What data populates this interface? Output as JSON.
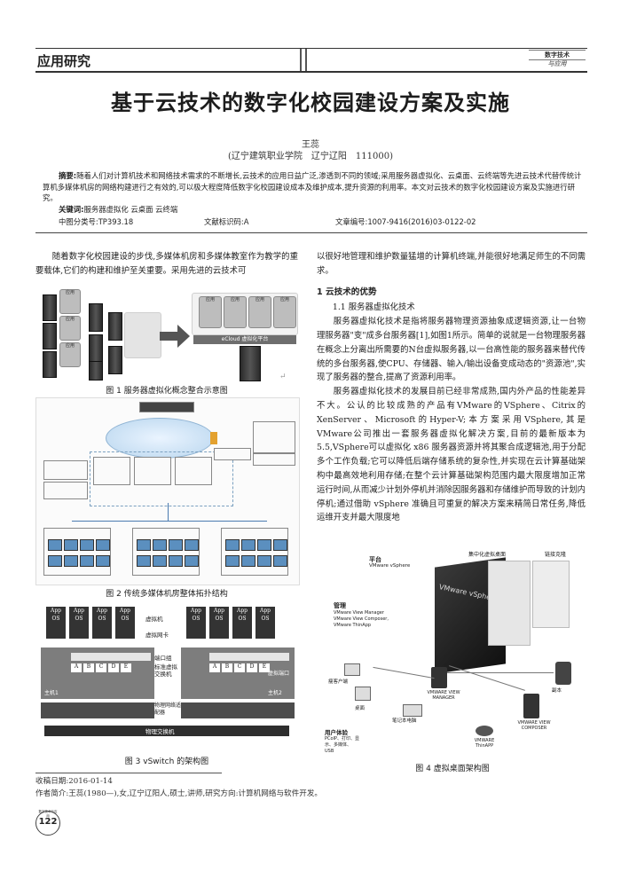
{
  "header": {
    "section": "应用研究",
    "journal_logo_line1": "数字技术",
    "journal_logo_line2": "与应用"
  },
  "article": {
    "title": "基于云技术的数字化校园建设方案及实施",
    "author": "王蕊",
    "affiliation": "(辽宁建筑职业学院　辽宁辽阳　111000)",
    "abstract_label": "摘要:",
    "abstract_text": "随着人们对计算机技术和网络技术需求的不断增长,云技术的应用日益广泛,渗透到不同的领域;采用服务器虚拟化、云桌面、云终端等先进云技术代替传统计算机多媒体机房的网络构建进行之有效的,可以极大程度降低数字化校园建设成本及维护成本,提升资源的利用率。本文对云技术的数字化校园建设方案及实施进行研究。",
    "keywords_label": "关键词:",
    "keywords_text": "服务器虚拟化 云桌面 云终端",
    "class_number": "中图分类号:TP393.18",
    "doc_code": "文献标识码:A",
    "article_number": "文章编号:1007-9416(2016)03-0122-02"
  },
  "body": {
    "left_intro": "随着数字化校园建设的步伐,多媒体机房和多媒体教室作为教学的重要载体,它们的构建和维护至关重要。采用先进的云技术可",
    "right_intro_cont": "以很好地管理和维护数量猛增的计算机终端,并能很好地满足师生的不同需求。",
    "section1": "1 云技术的优势",
    "subsection11": "1.1 服务器虚拟化技术",
    "para1": "服务器虚拟化技术是指将服务器物理资源抽象成逻辑资源,让一台物理服务器\"变\"成多台服务器[1],如图1所示。简单的说就是一台物理服务器在概念上分离出所需要的N台虚拟服务器,以一台高性能的服务器来替代传统的多台服务器,使CPU、存储器、输入/输出设备变成动态的\"资源池\",实现了服务器的整合,提高了资源利用率。",
    "para2": "服务器虚拟化技术的发展目前已经非常成熟,国内外产品的性能差异不大。公认的比较成熟的产品有VMware的VSphere、Citrix的XenServer、Microsoft的Hyper-V;本方案采用VSphere,其是VMware公司推出一套服务器虚拟化解决方案,目前的最新版本为5.5,VSphere可以虚拟化 x86 服务器资源并将其聚合成逻辑池,用于分配多个工作负载;它可以降低后端存储系统的复杂性,并实现在云计算基础架构中最高效地利用存储;在整个云计算基础架构范围内最大限度增加正常运行时间,从而减少计划外停机并消除因服务器和存储维护而导致的计划内停机;通过借助 vSphere 准确且可重复的解决方案来精简日常任务,降低运维开支并最大限度地"
  },
  "figures": {
    "fig1_caption": "图 1 服务器虚拟化概念整合示意图",
    "fig2_caption": "图 2 传统多媒体机房整体拓扑结构",
    "fig3_caption": "图 3 vSwitch 的架构图",
    "fig4_caption": "图 4 虚拟桌面架构图",
    "fig1_app_label": "应用",
    "fig1_platform": "eCloud 虚拟化平台",
    "fig3_labels": {
      "vm": "虚拟机",
      "vnic": "虚拟网卡",
      "port_group": "端口组",
      "std_switch": "标准虚拟交换机",
      "vport": "虚拟端口",
      "uplink": "物理网络适配器",
      "phys_switch": "物理交换机",
      "host1": "主机1",
      "host2": "主机2",
      "ports": [
        "A",
        "B",
        "C",
        "D",
        "E"
      ],
      "app": "App",
      "os": "OS"
    },
    "fig4_labels": {
      "platform": "平台",
      "platform_sub": "VMware vSphere",
      "vsphere": "VMware vSphere",
      "mgmt": "管理",
      "mgmt_items": [
        "VMware View Manager",
        "VMware View Composer,",
        "VMware ThinApp"
      ],
      "desktop_center": "集中化虚拟桌面",
      "linked_clone": "链接克隆",
      "view_manager": "VMWARE VIEW MANAGER",
      "view_composer": "VMWARE VIEW COMPOSER",
      "thinapp": "VMWARE ThinAPP",
      "thin_client": "瘦客户端",
      "desktop": "桌面",
      "laptop": "笔记本电脑",
      "user_exp": "用户体验",
      "user_exp_items": "PCoIP、打印、显示、多媒体、USB",
      "replica": "副本"
    }
  },
  "footer": {
    "received": "收稿日期:2016-01-14",
    "author_bio": "作者简介:王蕊(1980—),女,辽宁辽阳人,硕士,讲师,研究方向:计算机网络与软件开发。",
    "page_number": "122",
    "badge_text": "数字技术与应用"
  }
}
